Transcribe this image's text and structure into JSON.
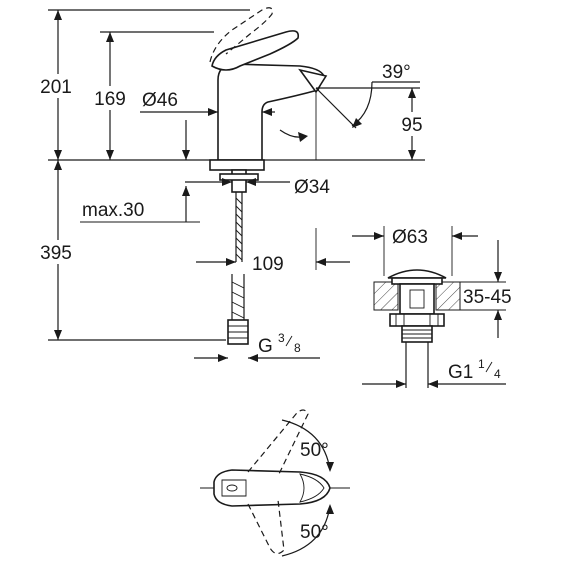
{
  "dimensions": {
    "total_height": "201",
    "spout_height": "169",
    "body_diameter": "Ø46",
    "lever_angle": "39°",
    "outlet_height": "95",
    "deck_hole": "Ø34",
    "deck_thickness": "max.30",
    "hose_length": "395",
    "projection": "109",
    "waste_diameter": "Ø63",
    "waste_range": "35-45",
    "hose_thread": "G",
    "hose_thread_num": "3",
    "hose_thread_den": "8",
    "waste_thread": "G1",
    "waste_thread_num": "1",
    "waste_thread_den": "4",
    "rotation_top": "50°",
    "rotation_bottom": "50°"
  }
}
